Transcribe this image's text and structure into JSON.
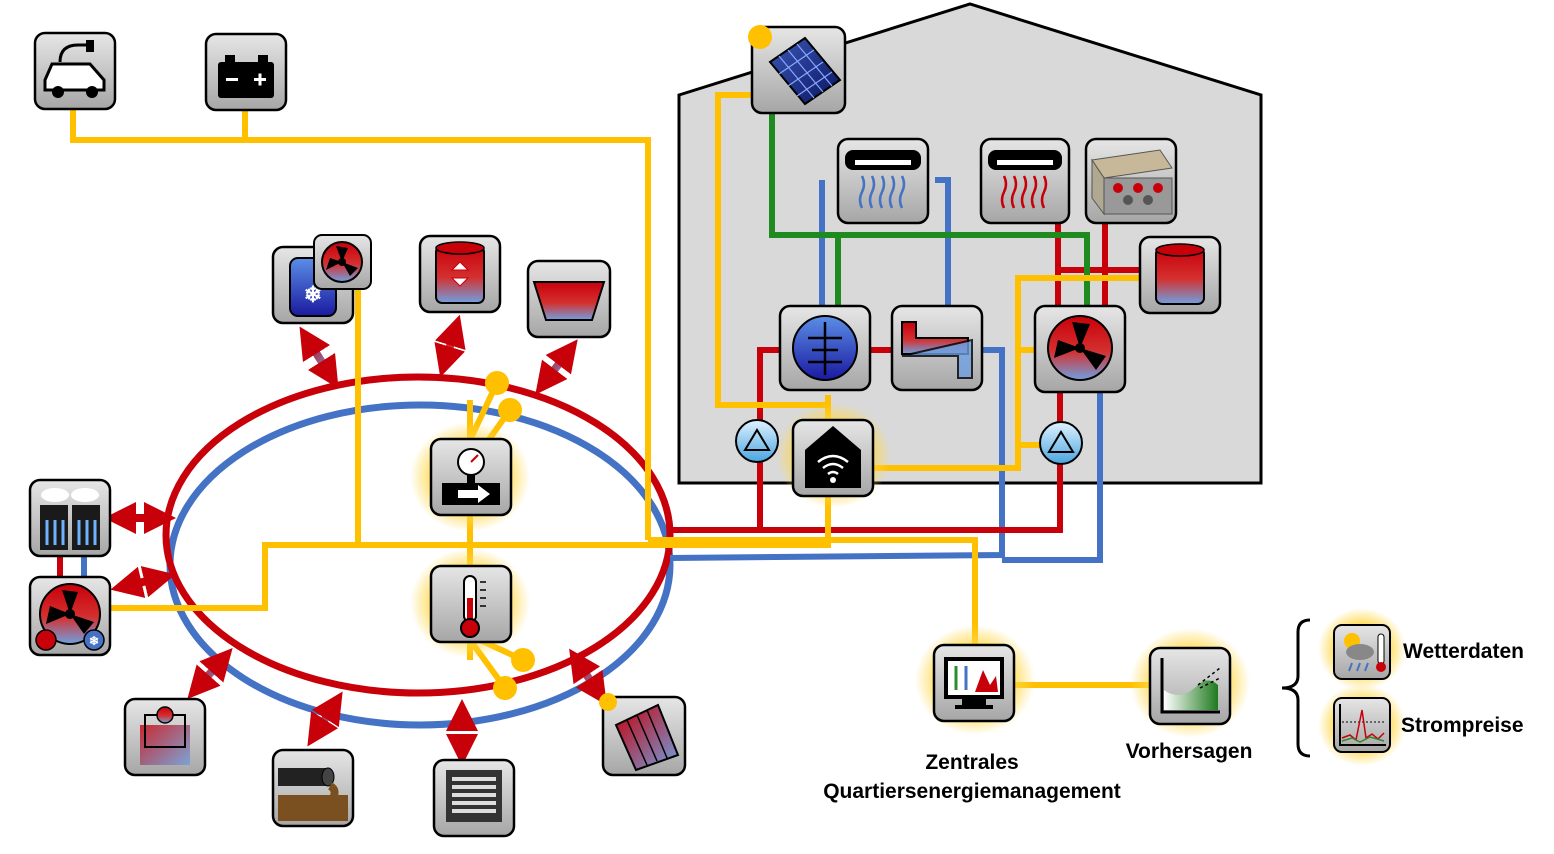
{
  "colors": {
    "hot": "#c8000a",
    "cold": "#4472c4",
    "electric": "#ffc000",
    "control": "#1f8a1f",
    "building": "#d9d9d9",
    "tile": "#bfbfbf",
    "glow": "#ffd84a"
  },
  "labels": {
    "controller_line1": "Zentrales",
    "controller_line2": "Quartiersenergiemanagement",
    "forecast": "Vorhersagen",
    "weather": "Wetterdaten",
    "prices": "Strompreise"
  },
  "icons": [
    "electric-vehicle-icon",
    "battery-icon",
    "cold-storage-heat-pump-icon",
    "thermal-storage-icon",
    "seasonal-pit-storage-icon",
    "cooling-tower-icon",
    "central-heat-pump-icon",
    "heat-exchanger-loop-icon",
    "wastewater-icon",
    "data-center-icon",
    "solar-thermal-collector-icon",
    "pressure-gauge-sensor-icon",
    "thermometer-sensor-icon",
    "pv-panel-icon",
    "cooling-unit-icon",
    "heating-unit-icon",
    "concrete-core-activation-icon",
    "building-buffer-tank-icon",
    "transfer-station-icon",
    "building-heat-exchanger-icon",
    "building-heat-pump-icon",
    "pump-icon",
    "smart-home-gateway-icon",
    "monitoring-screen-icon",
    "forecast-chart-icon",
    "weather-icon",
    "price-chart-icon",
    "brace-icon"
  ]
}
